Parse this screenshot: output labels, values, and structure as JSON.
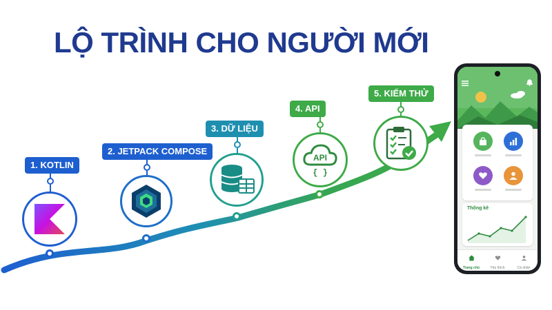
{
  "title": "LỘ TRÌNH CHO NGƯỜI MỚI",
  "colors": {
    "title": "#1f3a8f",
    "blue": "#1e5fd0",
    "green": "#3eaa48",
    "accent_green": "#2e8b3e"
  },
  "steps": [
    {
      "label": "1. KOTLIN",
      "icon": "kotlin-logo-icon"
    },
    {
      "label": "2. JETPACK COMPOSE",
      "icon": "jetpack-compose-logo-icon"
    },
    {
      "label": "3. DỮ LIỆU",
      "icon": "database-table-icon"
    },
    {
      "label": "4. API",
      "icon": "api-cloud-icon"
    },
    {
      "label": "5. KIỂM THỬ",
      "icon": "clipboard-checklist-icon"
    }
  ],
  "phone": {
    "stats_title": "Thống kê",
    "grid_icons": [
      "shopping-bag-icon",
      "bar-chart-icon",
      "heart-icon",
      "person-icon"
    ],
    "nav": [
      {
        "label": "Trang chủ",
        "icon": "home-icon",
        "active": true
      },
      {
        "label": "Yêu thích",
        "icon": "heart-icon",
        "active": false
      },
      {
        "label": "Cá nhân",
        "icon": "person-icon",
        "active": false
      }
    ]
  }
}
